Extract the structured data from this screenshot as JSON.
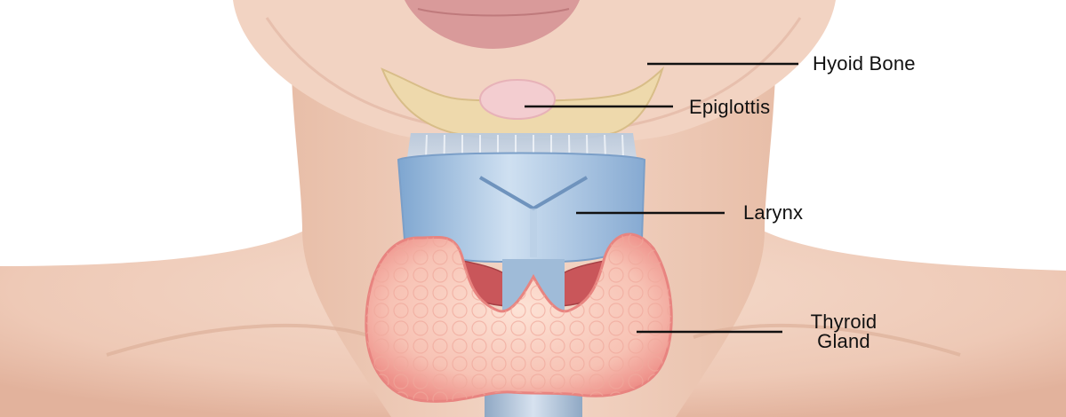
{
  "labels": {
    "hyoid_bone": "Hyoid Bone",
    "epiglottis": "Epiglottis",
    "larynx": "Larynx",
    "thyroid_gland_line1": "Thyroid",
    "thyroid_gland_line2": "Gland"
  },
  "colors": {
    "background": "#ffffff",
    "skin": "#f0d2c2",
    "skin_shadow": "#e3b8a4",
    "lips": "#d99a9a",
    "hyoid": "#eed9ac",
    "larynx": "#a9c6e4",
    "muscle": "#c9565a",
    "thyroid": "#f6b8ae",
    "label_text": "#111111",
    "leader_line": "#111111"
  }
}
